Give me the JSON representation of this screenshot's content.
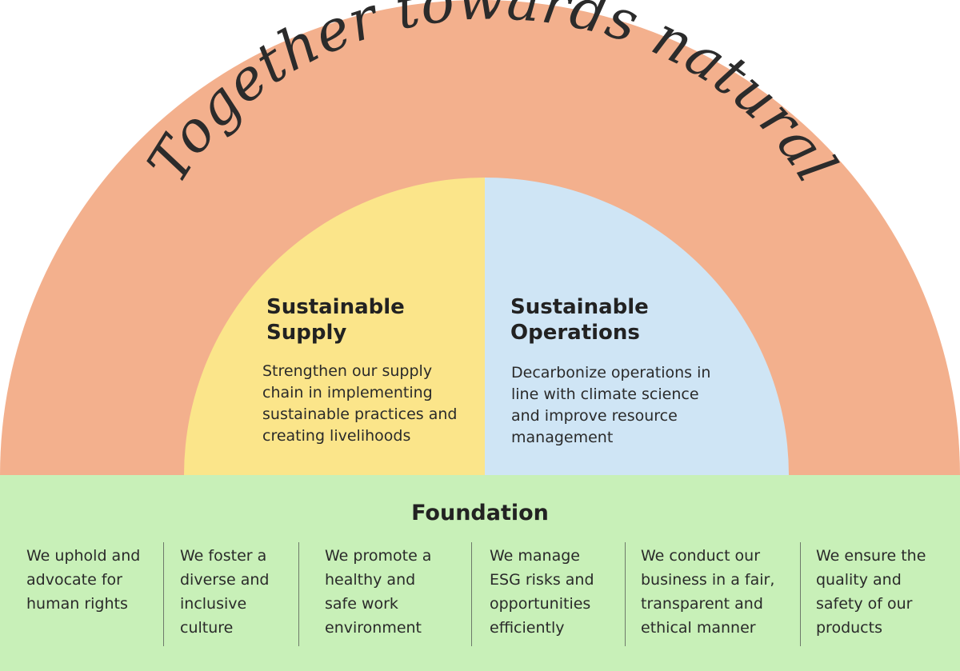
{
  "heading": "Together towards natural",
  "colors": {
    "outer_arch": "#f3b08d",
    "supply_panel": "#fbe58a",
    "operations_panel": "#cfe5f5",
    "foundation": "#c8f0b8",
    "heading_ink": "#2b2b2b"
  },
  "supply": {
    "title_line1": "Sustainable",
    "title_line2": "Supply",
    "desc": "Strengthen our supply chain in implementing sustainable practices and creating livelihoods"
  },
  "operations": {
    "title_line1": "Sustainable",
    "title_line2": "Operations",
    "desc": "Decarbonize operations in line with climate science and improve resource management"
  },
  "foundation": {
    "title": "Foundation",
    "pillars": [
      "We uphold and advocate for human rights",
      "We foster a diverse and inclusive culture",
      "We promote a healthy and safe work environment",
      "We manage ESG risks and opportunities efficiently",
      "We conduct our business in a fair, transparent and ethical manner",
      "We ensure the quality and safety of our products"
    ]
  }
}
